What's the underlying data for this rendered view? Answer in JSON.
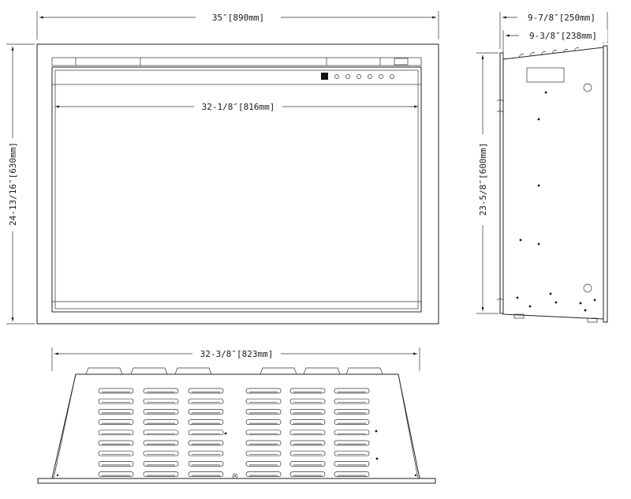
{
  "dimensions": {
    "front_width": "35″[890mm]",
    "front_height": "24-13/16″[630mm]",
    "opening_width": "32-1/8″[816mm]",
    "side_depth_overall": "9-7/8″[250mm]",
    "side_depth_body": "9-3/8″[238mm]",
    "side_height": "23-5/8″[600mm]",
    "top_width": "32-3/8″[823mm]"
  },
  "colors": {
    "line": "#222222",
    "background": "#ffffff"
  }
}
